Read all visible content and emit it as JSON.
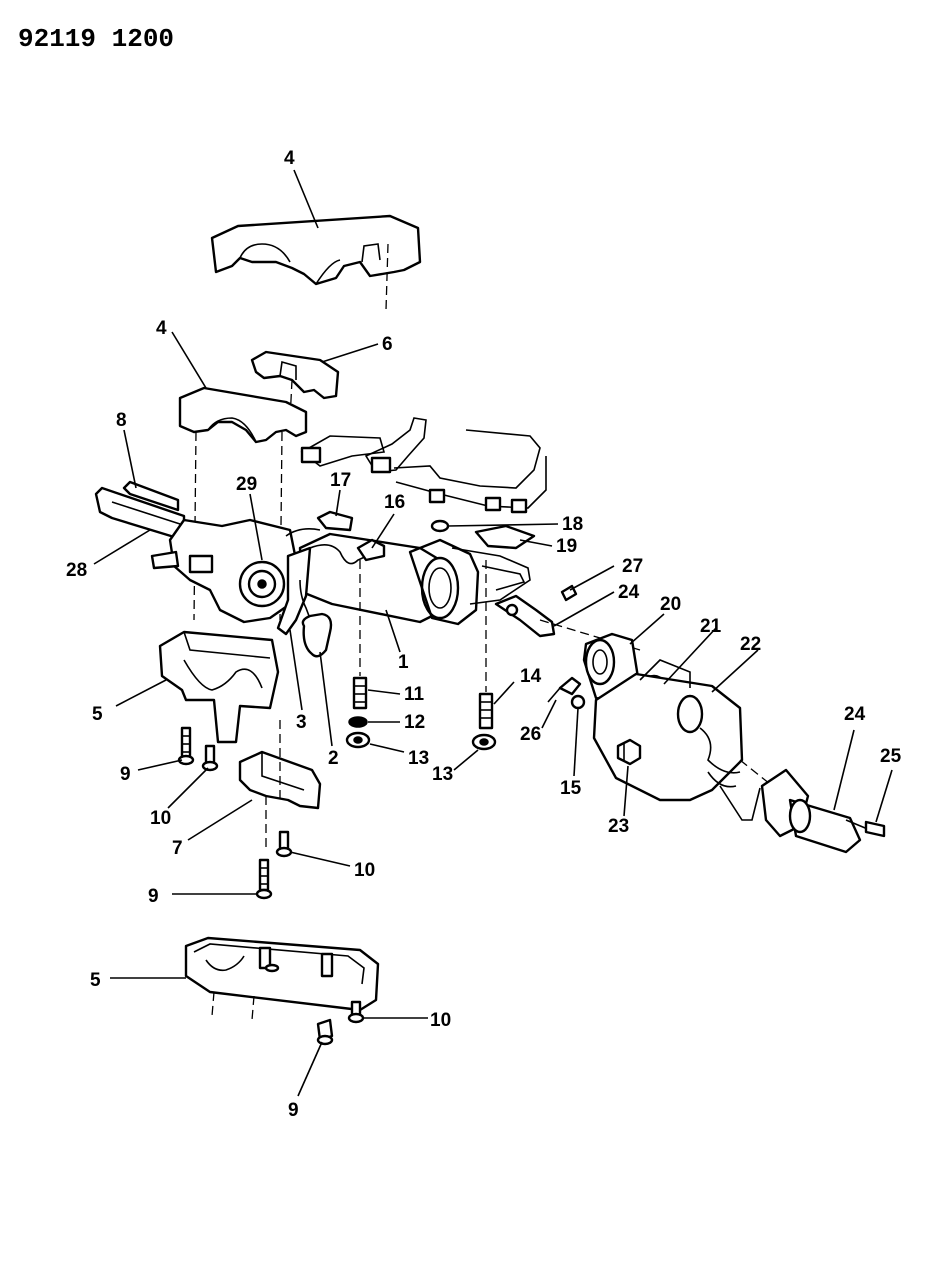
{
  "diagram_code": "92119 1200",
  "callouts": {
    "c4a": "4",
    "c4b": "4",
    "c6": "6",
    "c8": "8",
    "c29": "29",
    "c17": "17",
    "c16": "16",
    "c18": "18",
    "c19": "19",
    "c27": "27",
    "c24a": "24",
    "c20": "20",
    "c21": "21",
    "c22": "22",
    "c28": "28",
    "c1": "1",
    "c14": "14",
    "c11": "11",
    "c12": "12",
    "c13a": "13",
    "c13b": "13",
    "c26": "26",
    "c15": "15",
    "c5a": "5",
    "c3": "3",
    "c2": "2",
    "c9a": "9",
    "c10a": "10",
    "c7": "7",
    "c10b": "10",
    "c9b": "9",
    "c23": "23",
    "c24b": "24",
    "c25": "25",
    "c5b": "5",
    "c10c": "10",
    "c9c": "9"
  }
}
